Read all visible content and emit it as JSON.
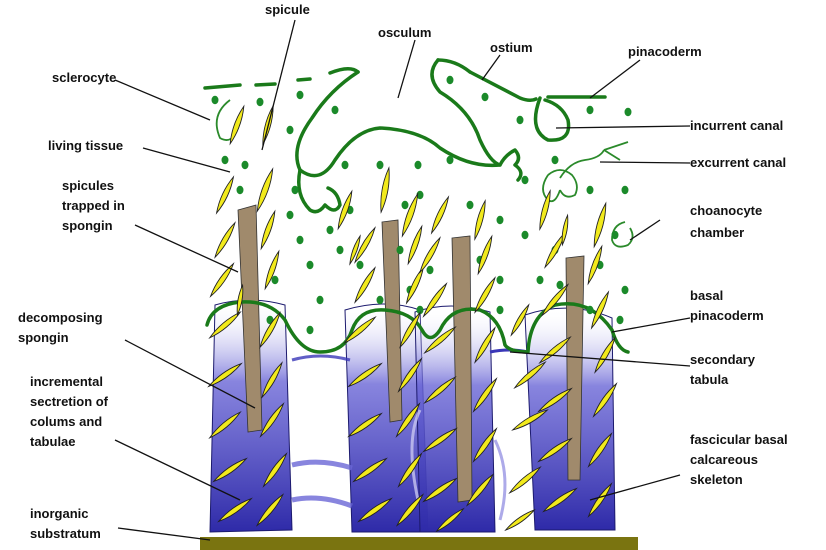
{
  "labels": {
    "spicule": "spicule",
    "osculum": "osculum",
    "ostium": "ostium",
    "pinacoderm": "pinacoderm",
    "sclerocyte": "sclerocyte",
    "living_tissue": "living tissue",
    "spicules_trapped": [
      "spicules",
      "trapped in",
      "spongin"
    ],
    "incurrent_canal": "incurrent canal",
    "excurrent_canal": "excurrent canal",
    "choanocyte_chamber": [
      "choanocyte",
      "chamber"
    ],
    "decomposing_spongin": [
      "decomposing",
      "spongin"
    ],
    "basal_pinacoderm": [
      "basal",
      "pinacoderm"
    ],
    "secondary_tabula": [
      "secondary",
      "tabula"
    ],
    "incremental_secretion": [
      "incremental",
      "sectretion of",
      "colums and",
      "tabulae"
    ],
    "fascicular_basal": [
      "fascicular basal",
      "calcareous",
      "skeleton"
    ],
    "inorganic_substratum": [
      "inorganic",
      "substratum"
    ]
  },
  "colors": {
    "skeleton_blue": "#3a37b8",
    "pinacoderm_green": "#1a7a1a",
    "spicule_yellow": "#f2ea1c",
    "spongin_brown": "#a08a6c",
    "substratum_olive": "#7a7410"
  }
}
